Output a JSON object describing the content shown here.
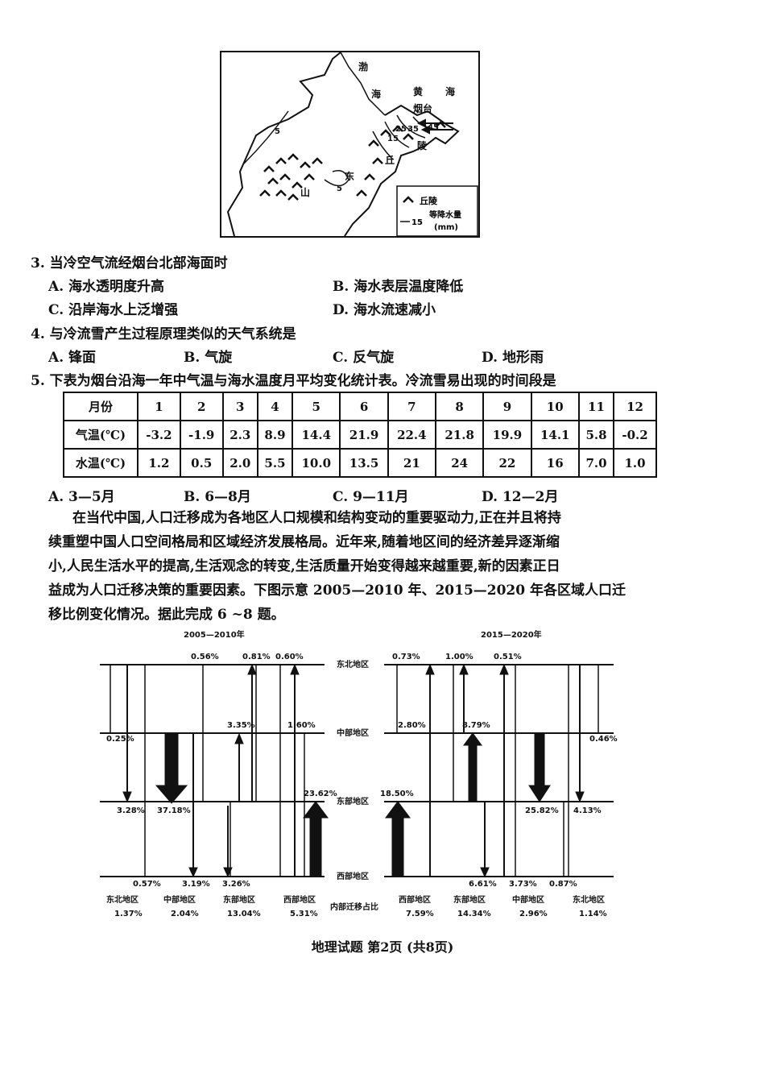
{
  "map": {
    "sea_bohai_1": "渤",
    "sea_bohai_2": "海",
    "sea_huang_1": "黄",
    "sea_huang_2": "海",
    "city": "烟台",
    "hill_1": "丘",
    "hill_2": "陵",
    "east": "东",
    "mountain": "山",
    "iso_15": "15",
    "iso_25": "25",
    "iso_35": "35",
    "iso_45": "45",
    "iso_5a": "5",
    "iso_5b": "5",
    "legend_hill": "丘陵",
    "legend_iso_num": "15",
    "legend_iso_label": "等降水量",
    "legend_iso_unit": "(mm)"
  },
  "q3": {
    "stem": "3. 当冷空气流经烟台北部海面时",
    "a": "A. 海水透明度升高",
    "b": "B. 海水表层温度降低",
    "c": "C. 沿岸海水上泛增强",
    "d": "D. 海水流速减小"
  },
  "q4": {
    "stem": "4. 与冷流雪产生过程原理类似的天气系统是",
    "a": "A. 锋面",
    "b": "B. 气旋",
    "c": "C. 反气旋",
    "d": "D. 地形雨"
  },
  "q5": {
    "stem": "5. 下表为烟台沿海一年中气温与海水温度月平均变化统计表。冷流雪易出现的时间段是",
    "table": {
      "header": [
        "月份",
        "1",
        "2",
        "3",
        "4",
        "5",
        "6",
        "7",
        "8",
        "9",
        "10",
        "11",
        "12"
      ],
      "air": [
        "气温(℃)",
        "-3.2",
        "-1.9",
        "2.3",
        "8.9",
        "14.4",
        "21.9",
        "22.4",
        "21.8",
        "19.9",
        "14.1",
        "5.8",
        "-0.2"
      ],
      "water": [
        "水温(℃)",
        "1.2",
        "0.5",
        "2.0",
        "5.5",
        "10.0",
        "13.5",
        "21",
        "24",
        "22",
        "16",
        "7.0",
        "1.0"
      ]
    },
    "a": "A. 3—5月",
    "b": "B. 6—8月",
    "c": "C. 9—11月",
    "d": "D. 12—2月"
  },
  "passage": {
    "line1": "在当代中国,人口迁移成为各地区人口规模和结构变动的重要驱动力,正在并且将持",
    "line2": "续重塑中国人口空间格局和区域经济发展格局。近年来,随着地区间的经济差异逐渐缩",
    "line3": "小,人民生活水平的提高,生活观念的转变,生活质量开始变得越来越重要,新的因素正日",
    "line4": "益成为人口迁移决策的重要因素。下图示意 2005—2010 年、2015—2020 年各区域人口迁",
    "line5": "移比例变化情况。据此完成 6 ~8 题。"
  },
  "migration": {
    "title_left": "2005—2010年",
    "title_right": "2015—2020年",
    "regions": [
      "东北地区",
      "中部地区",
      "东部地区",
      "西部地区"
    ],
    "center_bottom": "内部迁移占比",
    "left": {
      "top_labels": [
        "0.56%",
        "0.81%",
        "0.60%"
      ],
      "mid_labels": [
        "0.25%",
        "3.35%",
        "1.60%"
      ],
      "east_labels": [
        "3.28%",
        "37.18%",
        "23.62%"
      ],
      "west_labels": [
        "0.57%",
        "3.19%",
        "3.26%"
      ],
      "bottom_regions": [
        "东北地区",
        "中部地区",
        "东部地区",
        "西部地区"
      ],
      "bottom_values": [
        "1.37%",
        "2.04%",
        "13.04%",
        "5.31%"
      ]
    },
    "right": {
      "top_labels": [
        "0.73%",
        "1.00%",
        "0.51%"
      ],
      "mid_labels": [
        "2.80%",
        "8.79%",
        "0.46%"
      ],
      "east_labels": [
        "18.50%",
        "25.82%",
        "4.13%"
      ],
      "west_labels": [
        "6.61%",
        "3.73%",
        "0.87%"
      ],
      "bottom_regions": [
        "西部地区",
        "东部地区",
        "中部地区",
        "东北地区"
      ],
      "bottom_values": [
        "7.59%",
        "14.34%",
        "2.96%",
        "1.14%"
      ]
    }
  },
  "footer": "地理试题 第2页 (共8页)"
}
